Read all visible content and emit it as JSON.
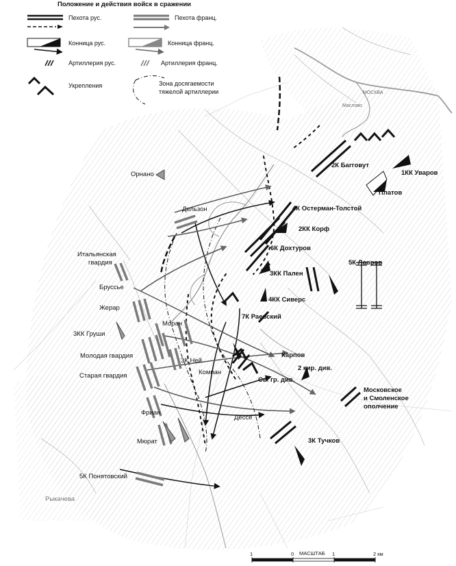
{
  "legend": {
    "title": "Положение и действия войск в сражении",
    "inf_rus": "Пехота рус.",
    "inf_fr": "Пехота франц.",
    "cav_rus": "Конница рус.",
    "cav_fr": "Конница франц.",
    "art_rus": "Артиллерия рус.",
    "art_fr": "Артиллерия франц.",
    "fort": "Укрепления",
    "range_l1": "Зона досягаемости",
    "range_l2": "тяжелой артиллерии"
  },
  "units": {
    "batt": "2К Багговут",
    "uvarov": "1КК Уваров",
    "platov": "Платов",
    "ost": "4К Остерман-Толстой",
    "korf": "2КК Корф",
    "dokht": "6К Дохтуров",
    "palen": "3КК Пален",
    "lavrov": "5К Лавров",
    "sivers": "4КК Сиверс",
    "raev": "7К Раевский",
    "karpov": "Карпов",
    "kir1": "2 кир. див.",
    "svgr": "Св. гр. див.",
    "opol1": "Московское",
    "opol2": "и Смоленское",
    "opol3": "ополчение",
    "tuch": "3К Тучков",
    "ornano": "Орнано",
    "delzon": "Дельзон",
    "ital1": "Итальянская",
    "ital2": "гвардия",
    "brusse": "Бруссье",
    "zherar": "Жерар",
    "grushi": "3КК Груши",
    "moran": "Моран",
    "mol": "Молодая гвардия",
    "ney": "3К Ней",
    "kompan": "Компан",
    "star": "Старая гвардия",
    "frian": "Фриан",
    "desse": "Дессе",
    "murat": "Мюрат",
    "ponyat": "5К Понятовский"
  },
  "villages": {
    "maslovo": "Маслово",
    "moskva": "МОСКВА",
    "rykacheva": "Рыкачева"
  },
  "scale": {
    "title": "МАСШТАБ",
    "t1": "1",
    "t0": "0",
    "t1b": "1",
    "t2": "2 км"
  },
  "colors": {
    "russian": "#111111",
    "french": "#777777",
    "terrain": "#c9c9c9",
    "river": "#9a9a9a"
  }
}
